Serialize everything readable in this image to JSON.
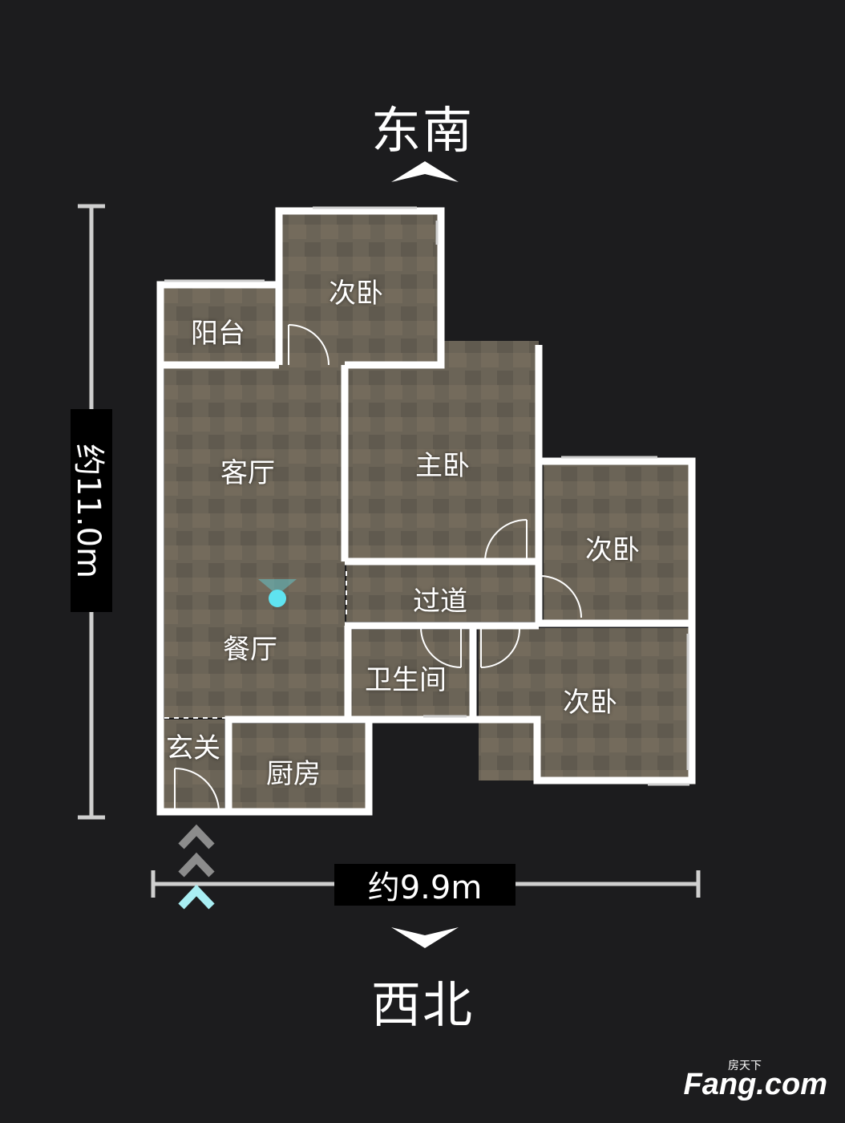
{
  "compass": {
    "top": "东南",
    "bottom": "西北"
  },
  "dimensions": {
    "width": "约9.9m",
    "height": "约11.0m"
  },
  "rooms": {
    "bedroom_top": "次卧",
    "balcony": "阳台",
    "living_room": "客厅",
    "master_bedroom": "主卧",
    "bedroom_right": "次卧",
    "hallway": "过道",
    "dining_room": "餐厅",
    "bathroom": "卫生间",
    "bedroom_bottom_right": "次卧",
    "entrance": "玄关",
    "kitchen": "厨房"
  },
  "watermark": {
    "brand": "Fang.com",
    "tagline": "房天下"
  },
  "colors": {
    "background": "#1c1c1e",
    "wall": "#ffffff",
    "floor": "#6b6457",
    "marker": "#5fe3f0"
  }
}
